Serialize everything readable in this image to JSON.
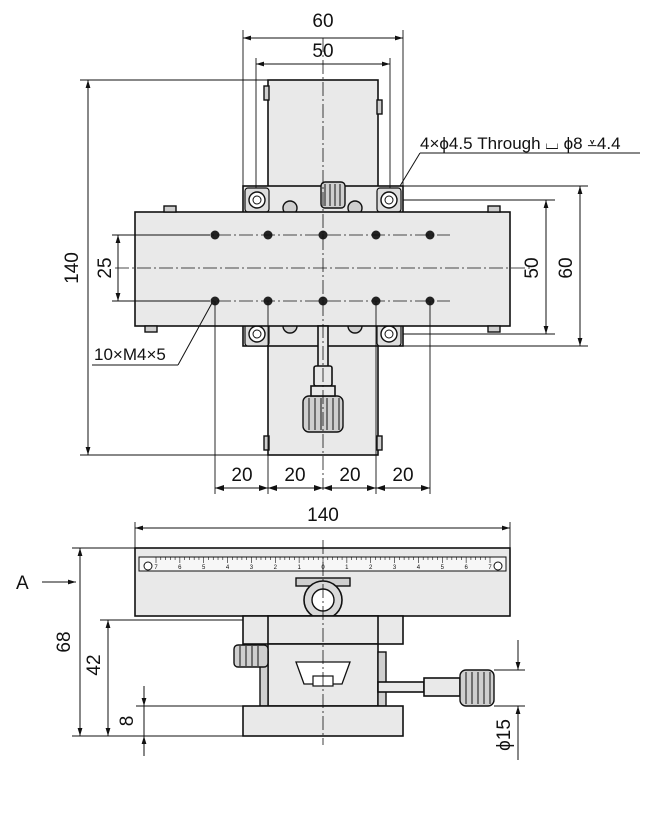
{
  "top_view": {
    "dims": {
      "width_60": "60",
      "width_50": "50",
      "height_140": "140",
      "pitch_25": "25",
      "right_50": "50",
      "right_60": "60",
      "spacing": [
        "20",
        "20",
        "20",
        "20"
      ]
    },
    "notes": {
      "mount_holes": "4×ϕ4.5 Through ⌴ ϕ8 ⩡4.4",
      "tapped_holes": "10×M4×5"
    }
  },
  "front_view": {
    "dims": {
      "width_140": "140",
      "height_68": "68",
      "height_42": "42",
      "height_8": "8",
      "knob_dia": "ϕ15"
    },
    "view_label": "A",
    "scale_marks": [
      "7",
      "6",
      "5",
      "4",
      "3",
      "2",
      "1",
      "0",
      "1",
      "2",
      "3",
      "4",
      "5",
      "6",
      "7"
    ]
  }
}
